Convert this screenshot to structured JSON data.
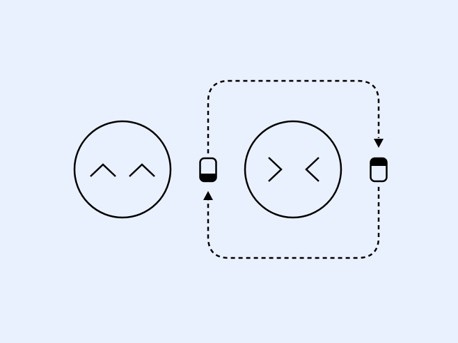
{
  "colors": {
    "background": "#EAF1FE",
    "stroke": "#000000",
    "fill": "#000000"
  },
  "faces": [
    {
      "expression": "happy-closed-eyes"
    },
    {
      "expression": "squinting-eyes"
    }
  ],
  "indicators": [
    {
      "state": "bottom-filled"
    },
    {
      "state": "top-filled"
    }
  ],
  "connectors": [
    {
      "from": "first-indicator",
      "to": "second-indicator",
      "style": "dashed",
      "arrowhead": "down"
    },
    {
      "from": "second-indicator",
      "to": "first-indicator",
      "style": "dashed",
      "arrowhead": "up"
    }
  ]
}
